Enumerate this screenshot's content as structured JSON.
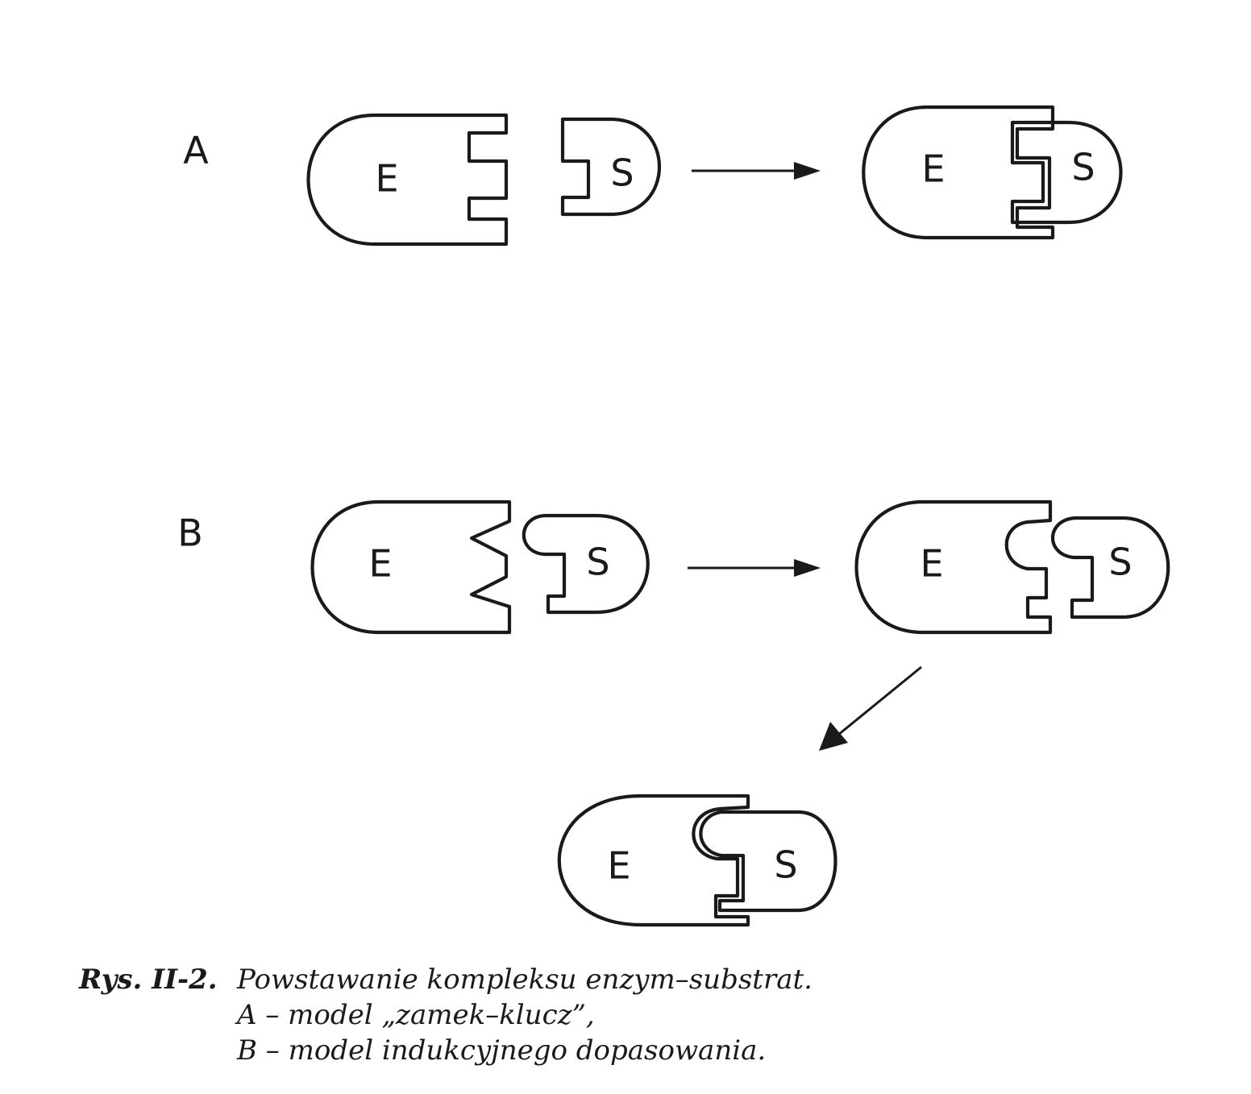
{
  "panels": {
    "a": {
      "label": "A"
    },
    "b": {
      "label": "B"
    }
  },
  "molecules": {
    "enzyme": "E",
    "substrate": "S"
  },
  "caption": {
    "label": "Rys. II-2.",
    "title": "Powstawanie kompleksu enzym–substrat.",
    "line_a": "A – model „zamek–klucz”,",
    "line_b": "B – model indukcyjnego dopasowania."
  }
}
